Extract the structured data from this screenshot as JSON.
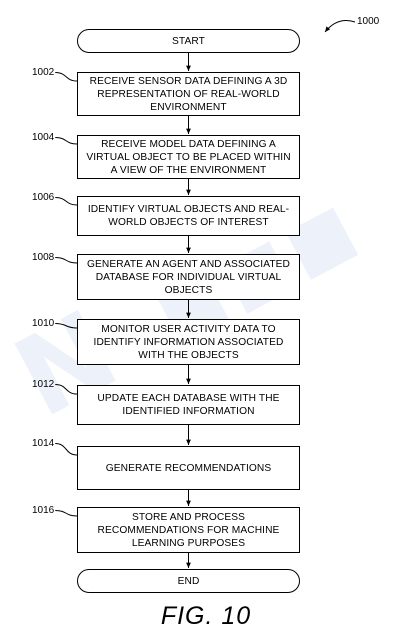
{
  "diagram": {
    "figure_ref": "1000",
    "start_label": "START",
    "end_label": "END",
    "steps": [
      {
        "ref": "1002",
        "text": "RECEIVE SENSOR DATA DEFINING A 3D REPRESENTATION OF REAL-WORLD ENVIRONMENT"
      },
      {
        "ref": "1004",
        "text": "RECEIVE MODEL DATA DEFINING A VIRTUAL OBJECT TO BE PLACED WITHIN A VIEW OF THE ENVIRONMENT"
      },
      {
        "ref": "1006",
        "text": "IDENTIFY VIRTUAL OBJECTS AND REAL-WORLD OBJECTS OF INTEREST"
      },
      {
        "ref": "1008",
        "text": "GENERATE AN AGENT AND ASSOCIATED DATABASE FOR INDIVIDUAL VIRTUAL OBJECTS"
      },
      {
        "ref": "1010",
        "text": "MONITOR USER ACTIVITY DATA TO IDENTIFY INFORMATION ASSOCIATED WITH THE OBJECTS"
      },
      {
        "ref": "1012",
        "text": "UPDATE EACH DATABASE WITH THE IDENTIFIED INFORMATION"
      },
      {
        "ref": "1014",
        "text": "GENERATE RECOMMENDATIONS"
      },
      {
        "ref": "1016",
        "text": "STORE AND PROCESS RECOMMENDATIONS FOR MACHINE LEARNING PURPOSES"
      }
    ],
    "caption": "FIG. 10"
  }
}
